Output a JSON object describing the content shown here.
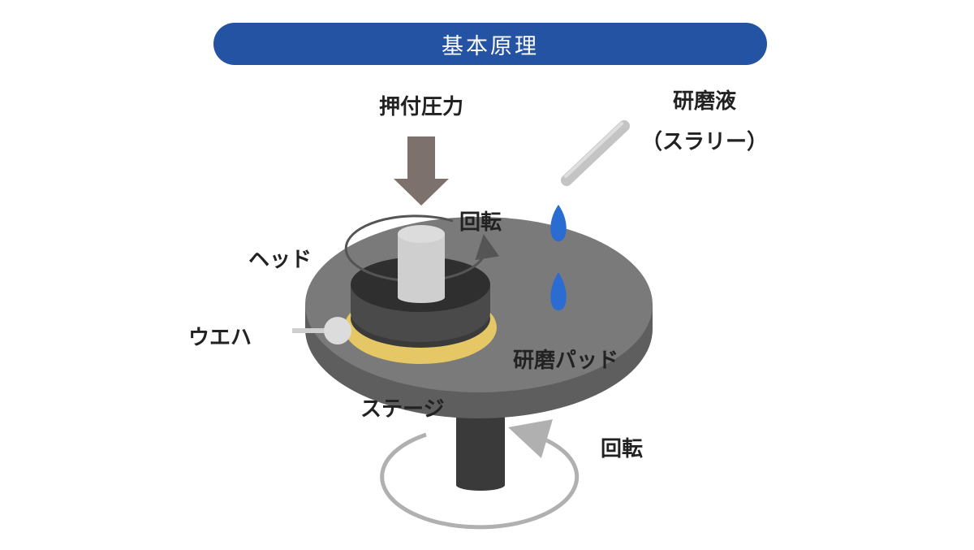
{
  "title": "基本原理",
  "labels": {
    "pressure": "押付圧力",
    "slurry": "研磨液",
    "slurry_sub": "（スラリー）",
    "head_rotation": "回転",
    "head": "ヘッド",
    "wafer": "ウエハ",
    "pad": "研磨パッド",
    "stage": "ステージ",
    "stage_rotation": "回転"
  },
  "colors": {
    "banner": "#2553a3",
    "platen": "#7a7a7a",
    "platen_side": "#5e5e5e",
    "wafer": "#e6c765",
    "head": "#3a3a3a",
    "shaft": "#cfcfcf",
    "arrow": "#7d716d",
    "droplet": "#2a6cd1",
    "rotation_arrow": "#b0b0b0"
  }
}
